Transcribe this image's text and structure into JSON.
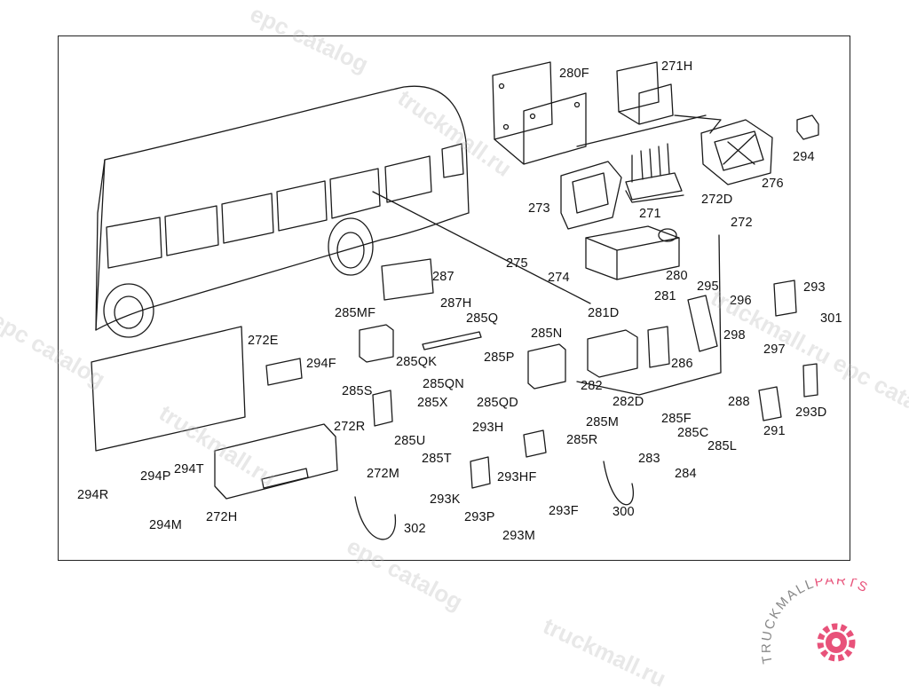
{
  "diagram": {
    "labels": [
      {
        "id": "280F",
        "text": "280F"
      },
      {
        "id": "271H",
        "text": "271H"
      },
      {
        "id": "294",
        "text": "294"
      },
      {
        "id": "276",
        "text": "276"
      },
      {
        "id": "273",
        "text": "273"
      },
      {
        "id": "271",
        "text": "271"
      },
      {
        "id": "272D",
        "text": "272D"
      },
      {
        "id": "272",
        "text": "272"
      },
      {
        "id": "275",
        "text": "275"
      },
      {
        "id": "274",
        "text": "274"
      },
      {
        "id": "280",
        "text": "280"
      },
      {
        "id": "281",
        "text": "281"
      },
      {
        "id": "295",
        "text": "295"
      },
      {
        "id": "293",
        "text": "293"
      },
      {
        "id": "281D",
        "text": "281D"
      },
      {
        "id": "296",
        "text": "296"
      },
      {
        "id": "301",
        "text": "301"
      },
      {
        "id": "287",
        "text": "287"
      },
      {
        "id": "287H",
        "text": "287H"
      },
      {
        "id": "285MF",
        "text": "285MF"
      },
      {
        "id": "285Q",
        "text": "285Q"
      },
      {
        "id": "272E",
        "text": "272E"
      },
      {
        "id": "285N",
        "text": "285N"
      },
      {
        "id": "298",
        "text": "298"
      },
      {
        "id": "297",
        "text": "297"
      },
      {
        "id": "294F",
        "text": "294F"
      },
      {
        "id": "285QK",
        "text": "285QK"
      },
      {
        "id": "285P",
        "text": "285P"
      },
      {
        "id": "286",
        "text": "286"
      },
      {
        "id": "285QN",
        "text": "285QN"
      },
      {
        "id": "282",
        "text": "282"
      },
      {
        "id": "288",
        "text": "288"
      },
      {
        "id": "285S",
        "text": "285S"
      },
      {
        "id": "285X",
        "text": "285X"
      },
      {
        "id": "285QD",
        "text": "285QD"
      },
      {
        "id": "282D",
        "text": "282D"
      },
      {
        "id": "293D",
        "text": "293D"
      },
      {
        "id": "285M",
        "text": "285M"
      },
      {
        "id": "285F",
        "text": "285F"
      },
      {
        "id": "272R",
        "text": "272R"
      },
      {
        "id": "293H",
        "text": "293H"
      },
      {
        "id": "285C",
        "text": "285C"
      },
      {
        "id": "291",
        "text": "291"
      },
      {
        "id": "285U",
        "text": "285U"
      },
      {
        "id": "285R",
        "text": "285R"
      },
      {
        "id": "285L",
        "text": "285L"
      },
      {
        "id": "285T",
        "text": "285T"
      },
      {
        "id": "283",
        "text": "283"
      },
      {
        "id": "294T",
        "text": "294T"
      },
      {
        "id": "272M",
        "text": "272M"
      },
      {
        "id": "284",
        "text": "284"
      },
      {
        "id": "293HF",
        "text": "293HF"
      },
      {
        "id": "294P",
        "text": "294P"
      },
      {
        "id": "294R",
        "text": "294R"
      },
      {
        "id": "293K",
        "text": "293K"
      },
      {
        "id": "293F",
        "text": "293F"
      },
      {
        "id": "300",
        "text": "300"
      },
      {
        "id": "293P",
        "text": "293P"
      },
      {
        "id": "272H",
        "text": "272H"
      },
      {
        "id": "294M",
        "text": "294M"
      },
      {
        "id": "302",
        "text": "302"
      },
      {
        "id": "293M",
        "text": "293M"
      }
    ]
  },
  "watermark": {
    "text_catalog": "epc catalog",
    "text_truckmall": "truckmall.ru",
    "text_epc_catalog": "truckmall.ru epc catalog"
  },
  "logo": {
    "brand_part1": "TRUCKMALL",
    "brand_part2": "PARTS",
    "accent_color": "#e8527a",
    "text_color": "#888888"
  }
}
